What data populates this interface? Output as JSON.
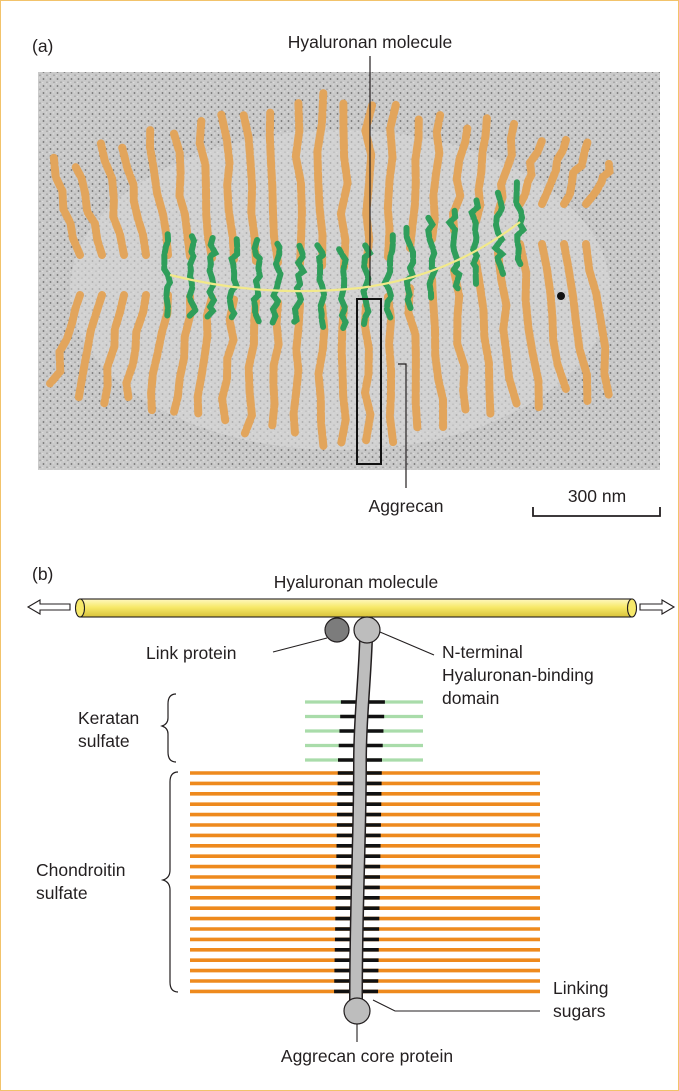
{
  "panel_a": {
    "panel_label": "(a)",
    "title": "Hyaluronan molecule",
    "aggrecan_label": "Aggrecan",
    "scale_bar_label": "300 nm"
  },
  "panel_b": {
    "panel_label": "(b)",
    "title": "Hyaluronan molecule",
    "link_protein": "Link protein",
    "n_terminal": [
      "N-terminal",
      "Hyaluronan-binding",
      "domain"
    ],
    "keratan": [
      "Keratan",
      "sulfate"
    ],
    "chondroitin": [
      "Chondroitin",
      "sulfate"
    ],
    "linking_sugars": [
      "Linking",
      "sugars"
    ],
    "core_protein": "Aggrecan core protein"
  },
  "colors": {
    "frame_border": "#f2c36b",
    "hyaluronan_fill": "#f7e96a",
    "chondroitin": "#ee8a1e",
    "keratan": "#a9dcaa",
    "core_protein": "#bdbdbd",
    "link_protein": "#7c7c7c",
    "micrograph_orange": "#e2a55c",
    "micrograph_green": "#2f9e5b"
  }
}
